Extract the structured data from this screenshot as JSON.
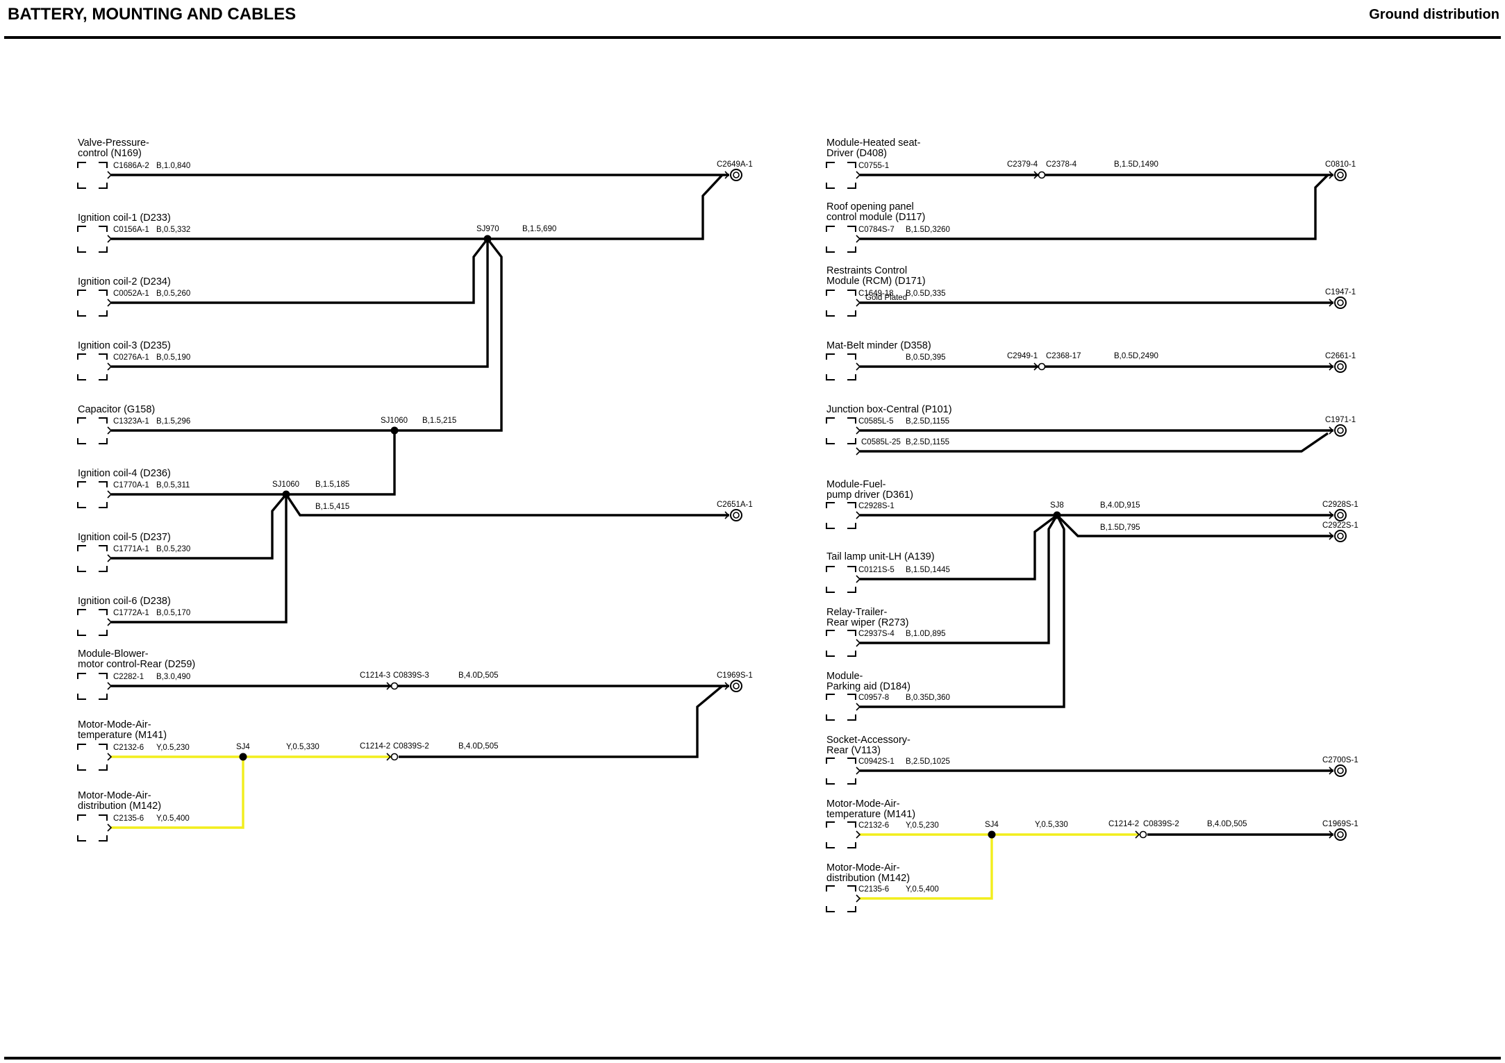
{
  "header": {
    "title": "BATTERY, MOUNTING AND CABLES",
    "section": "Ground distribution"
  },
  "colors": {
    "wire_black": "#000000",
    "wire_yellow": "#f2ee1c",
    "background": "#ffffff"
  },
  "left_panel": {
    "components": [
      {
        "id": "N169",
        "name": [
          "Valve-Pressure-",
          "control (N169)"
        ],
        "pin": "C1686A-2",
        "wire": "B,1.0,840"
      },
      {
        "id": "D233",
        "name": [
          "Ignition coil-1 (D233)"
        ],
        "pin": "C0156A-1",
        "wire": "B,0.5,332"
      },
      {
        "id": "D234",
        "name": [
          "Ignition coil-2 (D234)"
        ],
        "pin": "C0052A-1",
        "wire": "B,0.5,260"
      },
      {
        "id": "D235",
        "name": [
          "Ignition coil-3 (D235)"
        ],
        "pin": "C0276A-1",
        "wire": "B,0.5,190"
      },
      {
        "id": "G158",
        "name": [
          "Capacitor (G158)"
        ],
        "pin": "C1323A-1",
        "wire": "B,1.5,296"
      },
      {
        "id": "D236",
        "name": [
          "Ignition coil-4 (D236)"
        ],
        "pin": "C1770A-1",
        "wire": "B,0.5,311"
      },
      {
        "id": "D237",
        "name": [
          "Ignition coil-5 (D237)"
        ],
        "pin": "C1771A-1",
        "wire": "B,0.5,230"
      },
      {
        "id": "D238",
        "name": [
          "Ignition coil-6 (D238)"
        ],
        "pin": "C1772A-1",
        "wire": "B,0.5,170"
      },
      {
        "id": "D259",
        "name": [
          "Module-Blower-",
          "motor control-Rear (D259)"
        ],
        "pin": "C2282-1",
        "wire": "B,3.0,490"
      },
      {
        "id": "M141",
        "name": [
          "Motor-Mode-Air-",
          "temperature (M141)"
        ],
        "pin": "C2132-6",
        "wire": "Y,0.5,230"
      },
      {
        "id": "M142",
        "name": [
          "Motor-Mode-Air-",
          "distribution (M142)"
        ],
        "pin": "C2135-6",
        "wire": "Y,0.5,400"
      }
    ],
    "splices": {
      "sj970": {
        "label": "SJ970",
        "wire": "B,1.5,690"
      },
      "sj1060a": {
        "label": "SJ1060",
        "wire": "B,1.5,215"
      },
      "sj1060b": {
        "label": "SJ1060",
        "wire_up": "B,1.5,185",
        "wire_out": "B,1.5,415"
      },
      "sj4": {
        "label": "SJ4",
        "wire": "Y,0.5,330"
      }
    },
    "inline": {
      "d259": {
        "from": "C1214-3",
        "to": "C0839S-3",
        "wire": "B,4.0D,505"
      },
      "m141": {
        "from": "C1214-2",
        "to": "C0839S-2",
        "wire": "B,4.0D,505"
      }
    },
    "grounds": {
      "g1": "C2649A-1",
      "g2": "C2651A-1",
      "g3": "C1969S-1"
    }
  },
  "right_panel": {
    "components": [
      {
        "id": "D408",
        "name": [
          "Module-Heated seat-",
          "Driver (D408)"
        ],
        "pin": "C0755-1",
        "wire": ""
      },
      {
        "id": "D117",
        "name": [
          "Roof opening panel",
          "control module (D117)"
        ],
        "pin": "C0784S-7",
        "wire": "B,1.5D,3260"
      },
      {
        "id": "D171",
        "name": [
          "Restraints Control",
          "Module (RCM) (D171)"
        ],
        "pin": "C1649-18",
        "pin_note": "Gold Plated",
        "wire": "B,0.5D,335"
      },
      {
        "id": "D358",
        "name": [
          "Mat-Belt minder (D358)"
        ],
        "pin": "",
        "wire": "B,0.5D,395"
      },
      {
        "id": "P101",
        "name": [
          "Junction box-Central (P101)"
        ],
        "pin": "C0585L-5",
        "wire": "B,2.5D,1155",
        "pin2": "C0585L-25",
        "wire2": "B,2.5D,1155"
      },
      {
        "id": "D361",
        "name": [
          "Module-Fuel-",
          "pump driver (D361)"
        ],
        "pin": "C2928S-1",
        "wire": ""
      },
      {
        "id": "A139",
        "name": [
          "Tail lamp unit-LH (A139)"
        ],
        "pin": "C0121S-5",
        "wire": "B,1.5D,1445"
      },
      {
        "id": "R273",
        "name": [
          "Relay-Trailer-",
          "Rear wiper (R273)"
        ],
        "pin": "C2937S-4",
        "wire": "B,1.0D,895"
      },
      {
        "id": "D184",
        "name": [
          "Module-",
          "Parking aid (D184)"
        ],
        "pin": "C0957-8",
        "wire": "B,0.35D,360"
      },
      {
        "id": "V113",
        "name": [
          "Socket-Accessory-",
          "Rear (V113)"
        ],
        "pin": "C0942S-1",
        "wire": "B,2.5D,1025"
      },
      {
        "id": "M141",
        "name": [
          "Motor-Mode-Air-",
          "temperature (M141)"
        ],
        "pin": "C2132-6",
        "wire": "Y,0.5,230"
      },
      {
        "id": "M142",
        "name": [
          "Motor-Mode-Air-",
          "distribution (M142)"
        ],
        "pin": "C2135-6",
        "wire": "Y,0.5,400"
      }
    ],
    "inline": {
      "d408": {
        "from": "C2379-4",
        "to": "C2378-4",
        "wire": "B,1.5D,1490"
      },
      "d358": {
        "from": "C2949-1",
        "to": "C2368-17",
        "wire": "B,0.5D,2490"
      },
      "m141": {
        "from": "C1214-2",
        "to": "C0839S-2",
        "wire": "B,4.0D,505"
      }
    },
    "splices": {
      "sj8": {
        "label": "SJ8",
        "wire_out1": "B,4.0D,915",
        "wire_out2": "B,1.5D,795"
      },
      "sj4": {
        "label": "SJ4",
        "wire": "Y,0.5,330"
      }
    },
    "grounds": {
      "g1": "C0810-1",
      "g2": "C1947-1",
      "g3": "C2661-1",
      "g4": "C1971-1",
      "g5": "C2928S-1",
      "g6": "C2922S-1",
      "g7": "C2700S-1",
      "g8": "C1969S-1"
    }
  }
}
